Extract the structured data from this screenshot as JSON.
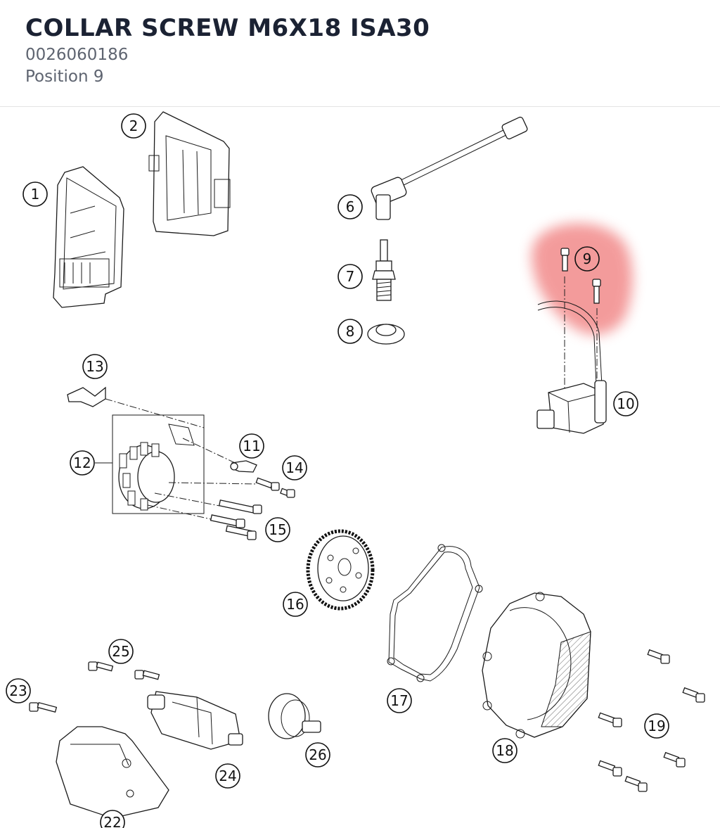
{
  "header": {
    "title": "COLLAR SCREW M6X18 ISA30",
    "part_number": "0026060186",
    "position": "Position 9"
  },
  "highlight": {
    "position": "9",
    "color": "#f07a7a"
  },
  "callouts": [
    "1",
    "2",
    "6",
    "7",
    "8",
    "9",
    "10",
    "11",
    "12",
    "13",
    "14",
    "15",
    "16",
    "17",
    "18",
    "19",
    "22",
    "23",
    "24",
    "25",
    "26"
  ]
}
